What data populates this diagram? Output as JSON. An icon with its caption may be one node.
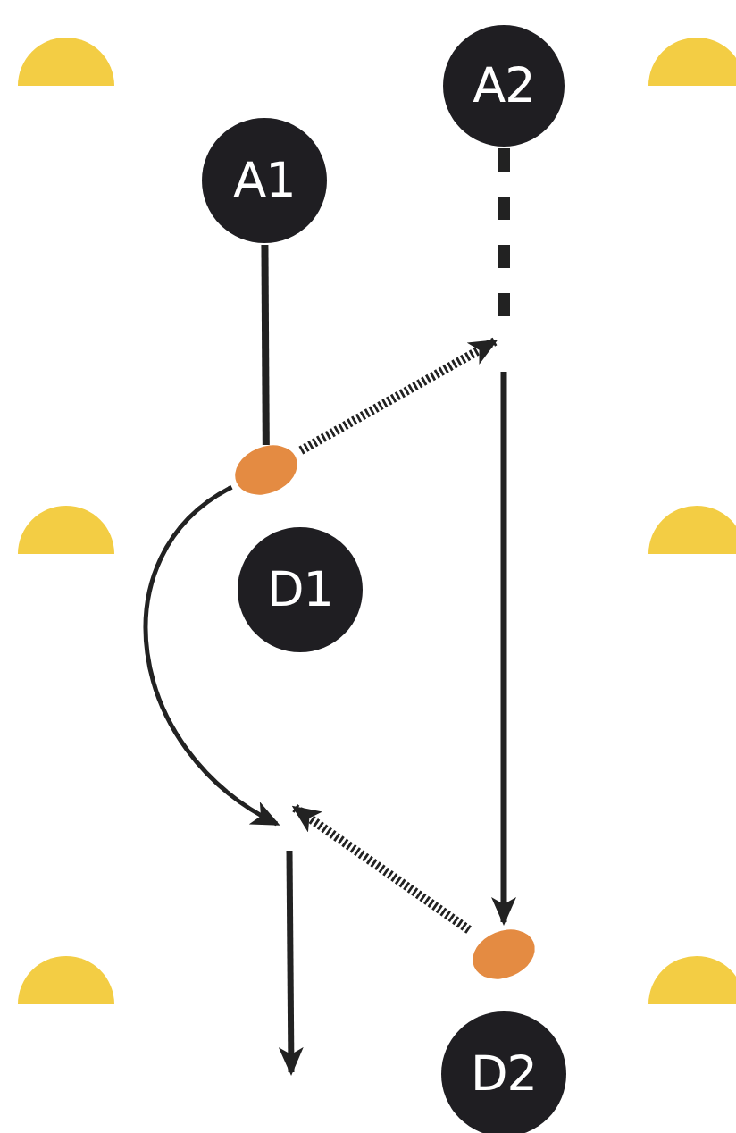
{
  "diagram": {
    "nodes": [
      {
        "text": [
          "A2"
        ]
      },
      {
        "text": [
          "A1"
        ]
      },
      {
        "text": [],
        "shape": "ellipse"
      },
      {
        "text": [
          "D1"
        ]
      },
      {
        "text": [],
        "shape": "ellipse"
      },
      {
        "text": [
          "D2"
        ]
      }
    ],
    "edges": [
      {
        "from": 1,
        "to": 2,
        "arrow": "none"
      },
      {
        "from": 0,
        "to": null,
        "arrow": "none",
        "style": "dashed"
      },
      {
        "from": 2,
        "to": null,
        "arrow": "to",
        "style": "dashed"
      },
      {
        "from": null,
        "to": 4,
        "arrow": "to"
      },
      {
        "from": 2,
        "to": null,
        "arrow": "to"
      },
      {
        "from": 4,
        "to": null,
        "arrow": "to",
        "style": "dashed"
      }
    ]
  }
}
